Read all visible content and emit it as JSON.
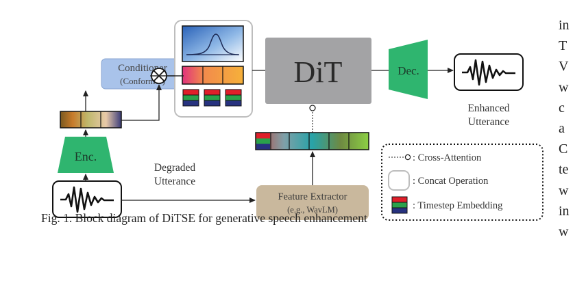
{
  "colors": {
    "conditioner_fill": "#a9c3ea",
    "dit_fill": "#a3a3a5",
    "green": "#2fb56f",
    "extractor_fill": "#c9b89d"
  },
  "blocks": {
    "conditioner": {
      "line1": "Conditioner",
      "line2": "(Conformer)"
    },
    "encoder": "Enc.",
    "dit": "DiT",
    "decoder": "Dec.",
    "extractor": {
      "line1": "Feature Extractor",
      "line2": "(e.g., WavLM)"
    }
  },
  "labels": {
    "degraded_1": "Degraded",
    "degraded_2": "Utterance",
    "enhanced_1": "Enhanced",
    "enhanced_2": "Utterance"
  },
  "legend": [
    {
      "icon": "cross-attention",
      "text": ": Cross-Attention"
    },
    {
      "icon": "concat",
      "text": ": Concat Operation"
    },
    {
      "icon": "timestep",
      "text": ": Timestep Embedding"
    }
  ],
  "caption": "Fig. 1.  Block diagram of DiTSE for generative speech enhancement",
  "right_column_fragments": [
    "in",
    "T",
    "V",
    "w",
    "c",
    "a",
    "C",
    "te",
    "w",
    "in",
    "w"
  ]
}
